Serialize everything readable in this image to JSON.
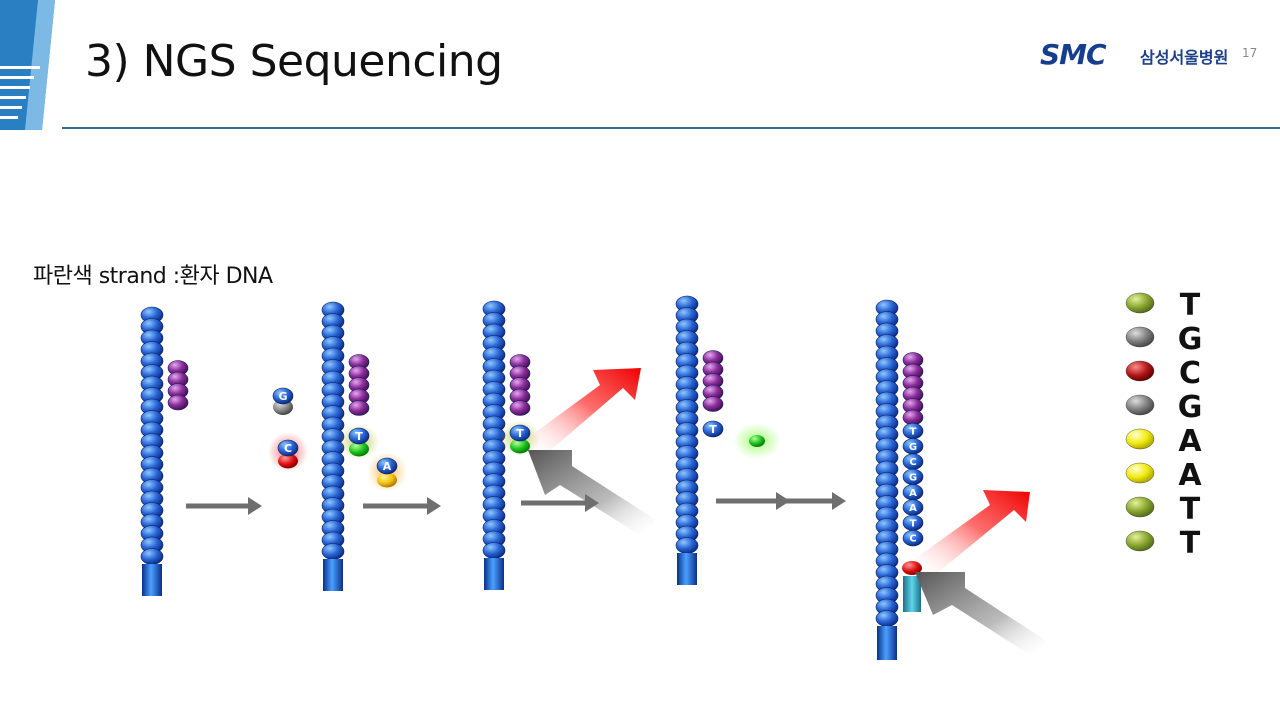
{
  "header": {
    "title": "3) NGS Sequencing",
    "logo_text": "SMC",
    "hospital_name": "삼성서울병원",
    "page_number": "17"
  },
  "subtitle": "파란색 strand  :환자 DNA",
  "colors": {
    "strand_blue": "#1f55c4",
    "primer_purple": "#7d2a8c",
    "accent_blue": "#2b84c6",
    "arrow_gray": "#777777",
    "arrow_red": "#ee1111"
  },
  "steps": [
    {
      "free_nucleotides": [
        "G",
        "C"
      ]
    },
    {
      "bound": [
        "T"
      ],
      "free_nucleotides": [
        "A"
      ]
    },
    {
      "bound": [
        "T"
      ]
    },
    {
      "bound": [
        "T"
      ]
    },
    {
      "bound_sequence": [
        "T",
        "G",
        "C",
        "G",
        "A",
        "A",
        "T",
        "C"
      ]
    }
  ],
  "legend": [
    {
      "base": "T",
      "color": "#8aa530"
    },
    {
      "base": "G",
      "color": "#808080"
    },
    {
      "base": "C",
      "color": "#b01818"
    },
    {
      "base": "G",
      "color": "#808080"
    },
    {
      "base": "A",
      "color": "#f0ea10"
    },
    {
      "base": "A",
      "color": "#f0ea10"
    },
    {
      "base": "T",
      "color": "#8aa530"
    },
    {
      "base": "T",
      "color": "#8aa530"
    }
  ]
}
